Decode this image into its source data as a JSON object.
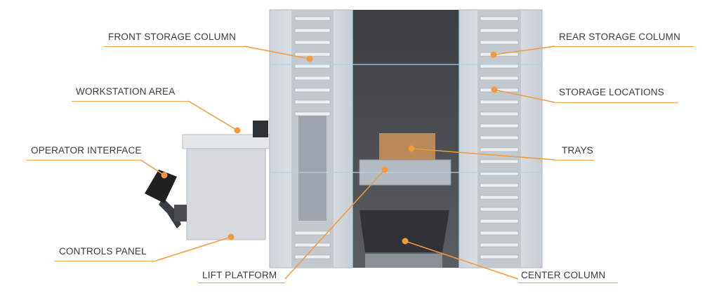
{
  "colors": {
    "accent": "#f39a3a",
    "label_text": "#3b3b3b",
    "frame": "#d8dde3",
    "interior": "#4a4e53"
  },
  "labels": {
    "front_storage_column": "FRONT STORAGE COLUMN",
    "rear_storage_column": "REAR STORAGE COLUMN",
    "workstation_area": "WORKSTATION AREA",
    "storage_locations": "STORAGE LOCATIONS",
    "operator_interface": "OPERATOR INTERFACE",
    "trays": "TRAYS",
    "controls_panel": "CONTROLS PANEL",
    "lift_platform": "LIFT PLATFORM",
    "center_column": "CENTER COLUMN"
  }
}
